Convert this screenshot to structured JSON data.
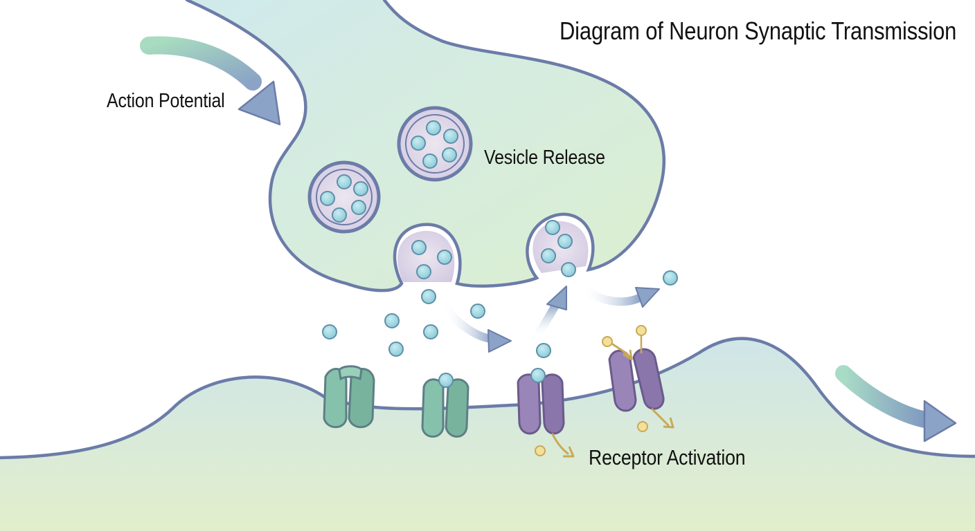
{
  "title": "Diagram of Neuron Synaptic Transmission",
  "labels": {
    "action_potential": "Action Potential",
    "vesicle_release": "Vesicle Release",
    "receptor_activation": "Receptor Activation"
  },
  "colors": {
    "membrane": "#6b7ca8",
    "presynaptic_fill_a": "#d6ecea",
    "presynaptic_fill_b": "#d8eccc",
    "postsynaptic_fill_a": "#cfe7e6",
    "postsynaptic_fill_b": "#dcebc9",
    "vesicle_fill": "#ddd5e6",
    "neurotransmitter": "#9fd6e0",
    "channel_green": "#86c2ab",
    "receptor_purple": "#9a85b8",
    "ligand_yellow": "#f3e09a",
    "arrow": "#8ba3c6"
  }
}
